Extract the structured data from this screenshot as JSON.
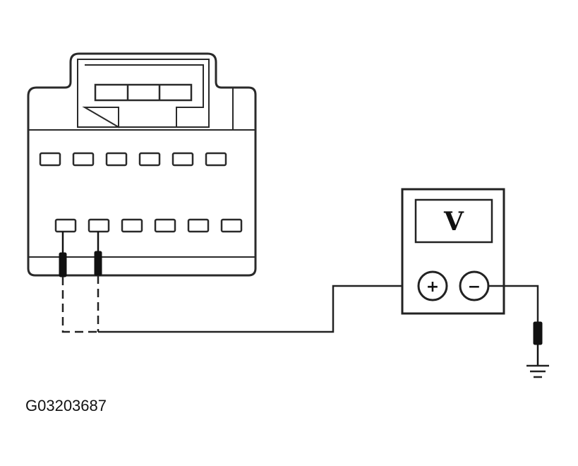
{
  "meter": {
    "display": "V",
    "positive_symbol": "+",
    "negative_symbol": "−"
  },
  "figure_id": "G03203687",
  "icons": [
    "connector",
    "pin-probe",
    "multimeter",
    "ground-symbol"
  ]
}
